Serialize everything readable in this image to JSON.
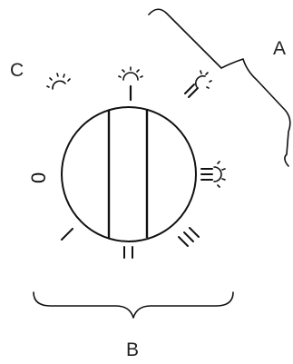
{
  "labels": {
    "a": "A",
    "b": "B",
    "c": "C",
    "zero": "0"
  },
  "icons": {
    "knob": "rotary-knob-icon",
    "bulb": "bulb-icon"
  },
  "colors": {
    "ink": "#111111",
    "background": "#ffffff"
  }
}
